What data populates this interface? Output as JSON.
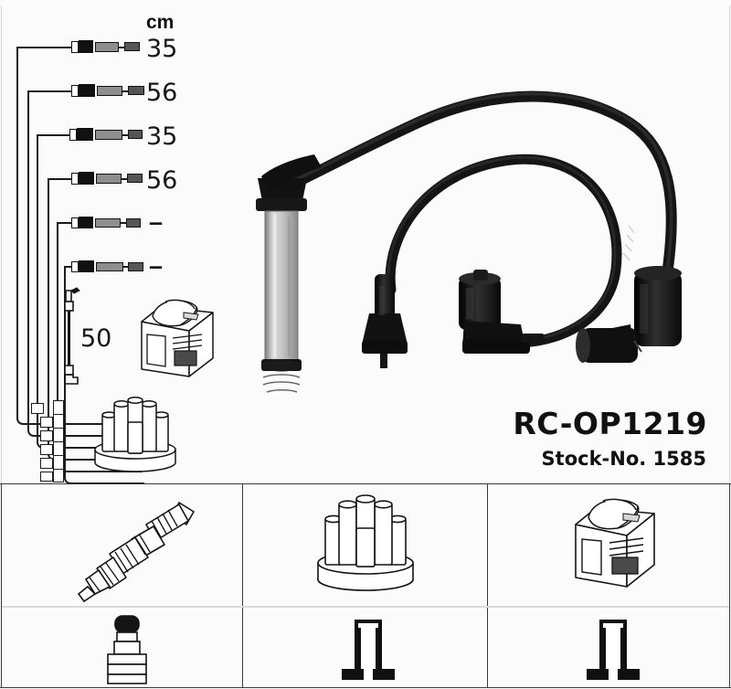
{
  "product": {
    "code": "RC-OP1219",
    "stock_label": "Stock-No. 1585"
  },
  "measurements": {
    "unit_header": "cm",
    "rows": [
      {
        "length": "35",
        "type": "cable"
      },
      {
        "length": "56",
        "type": "cable"
      },
      {
        "length": "35",
        "type": "cable"
      },
      {
        "length": "56",
        "type": "cable"
      },
      {
        "length": "–",
        "type": "cable"
      },
      {
        "length": "–",
        "type": "cable"
      },
      {
        "length": "50",
        "type": "short-lead"
      }
    ]
  },
  "components": {
    "ignition_coil": "ignition-coil",
    "distributor_cap": "distributor-cap",
    "cable_bundle": "cable-bundle",
    "main_assembly": "ignition-cable-set"
  },
  "bottom_panels": [
    {
      "part": "spark-plug",
      "terminal": "spark-plug-connector-boot"
    },
    {
      "part": "distributor-cap",
      "terminal": "distributor-terminal"
    },
    {
      "part": "ignition-coil",
      "terminal": "coil-terminal"
    }
  ],
  "colors": {
    "background": "#fbfbfb",
    "line": "#1a1a1a",
    "frame": "#3a3a3a",
    "boot": "#141414",
    "sleeve": "#b9b9b9"
  }
}
